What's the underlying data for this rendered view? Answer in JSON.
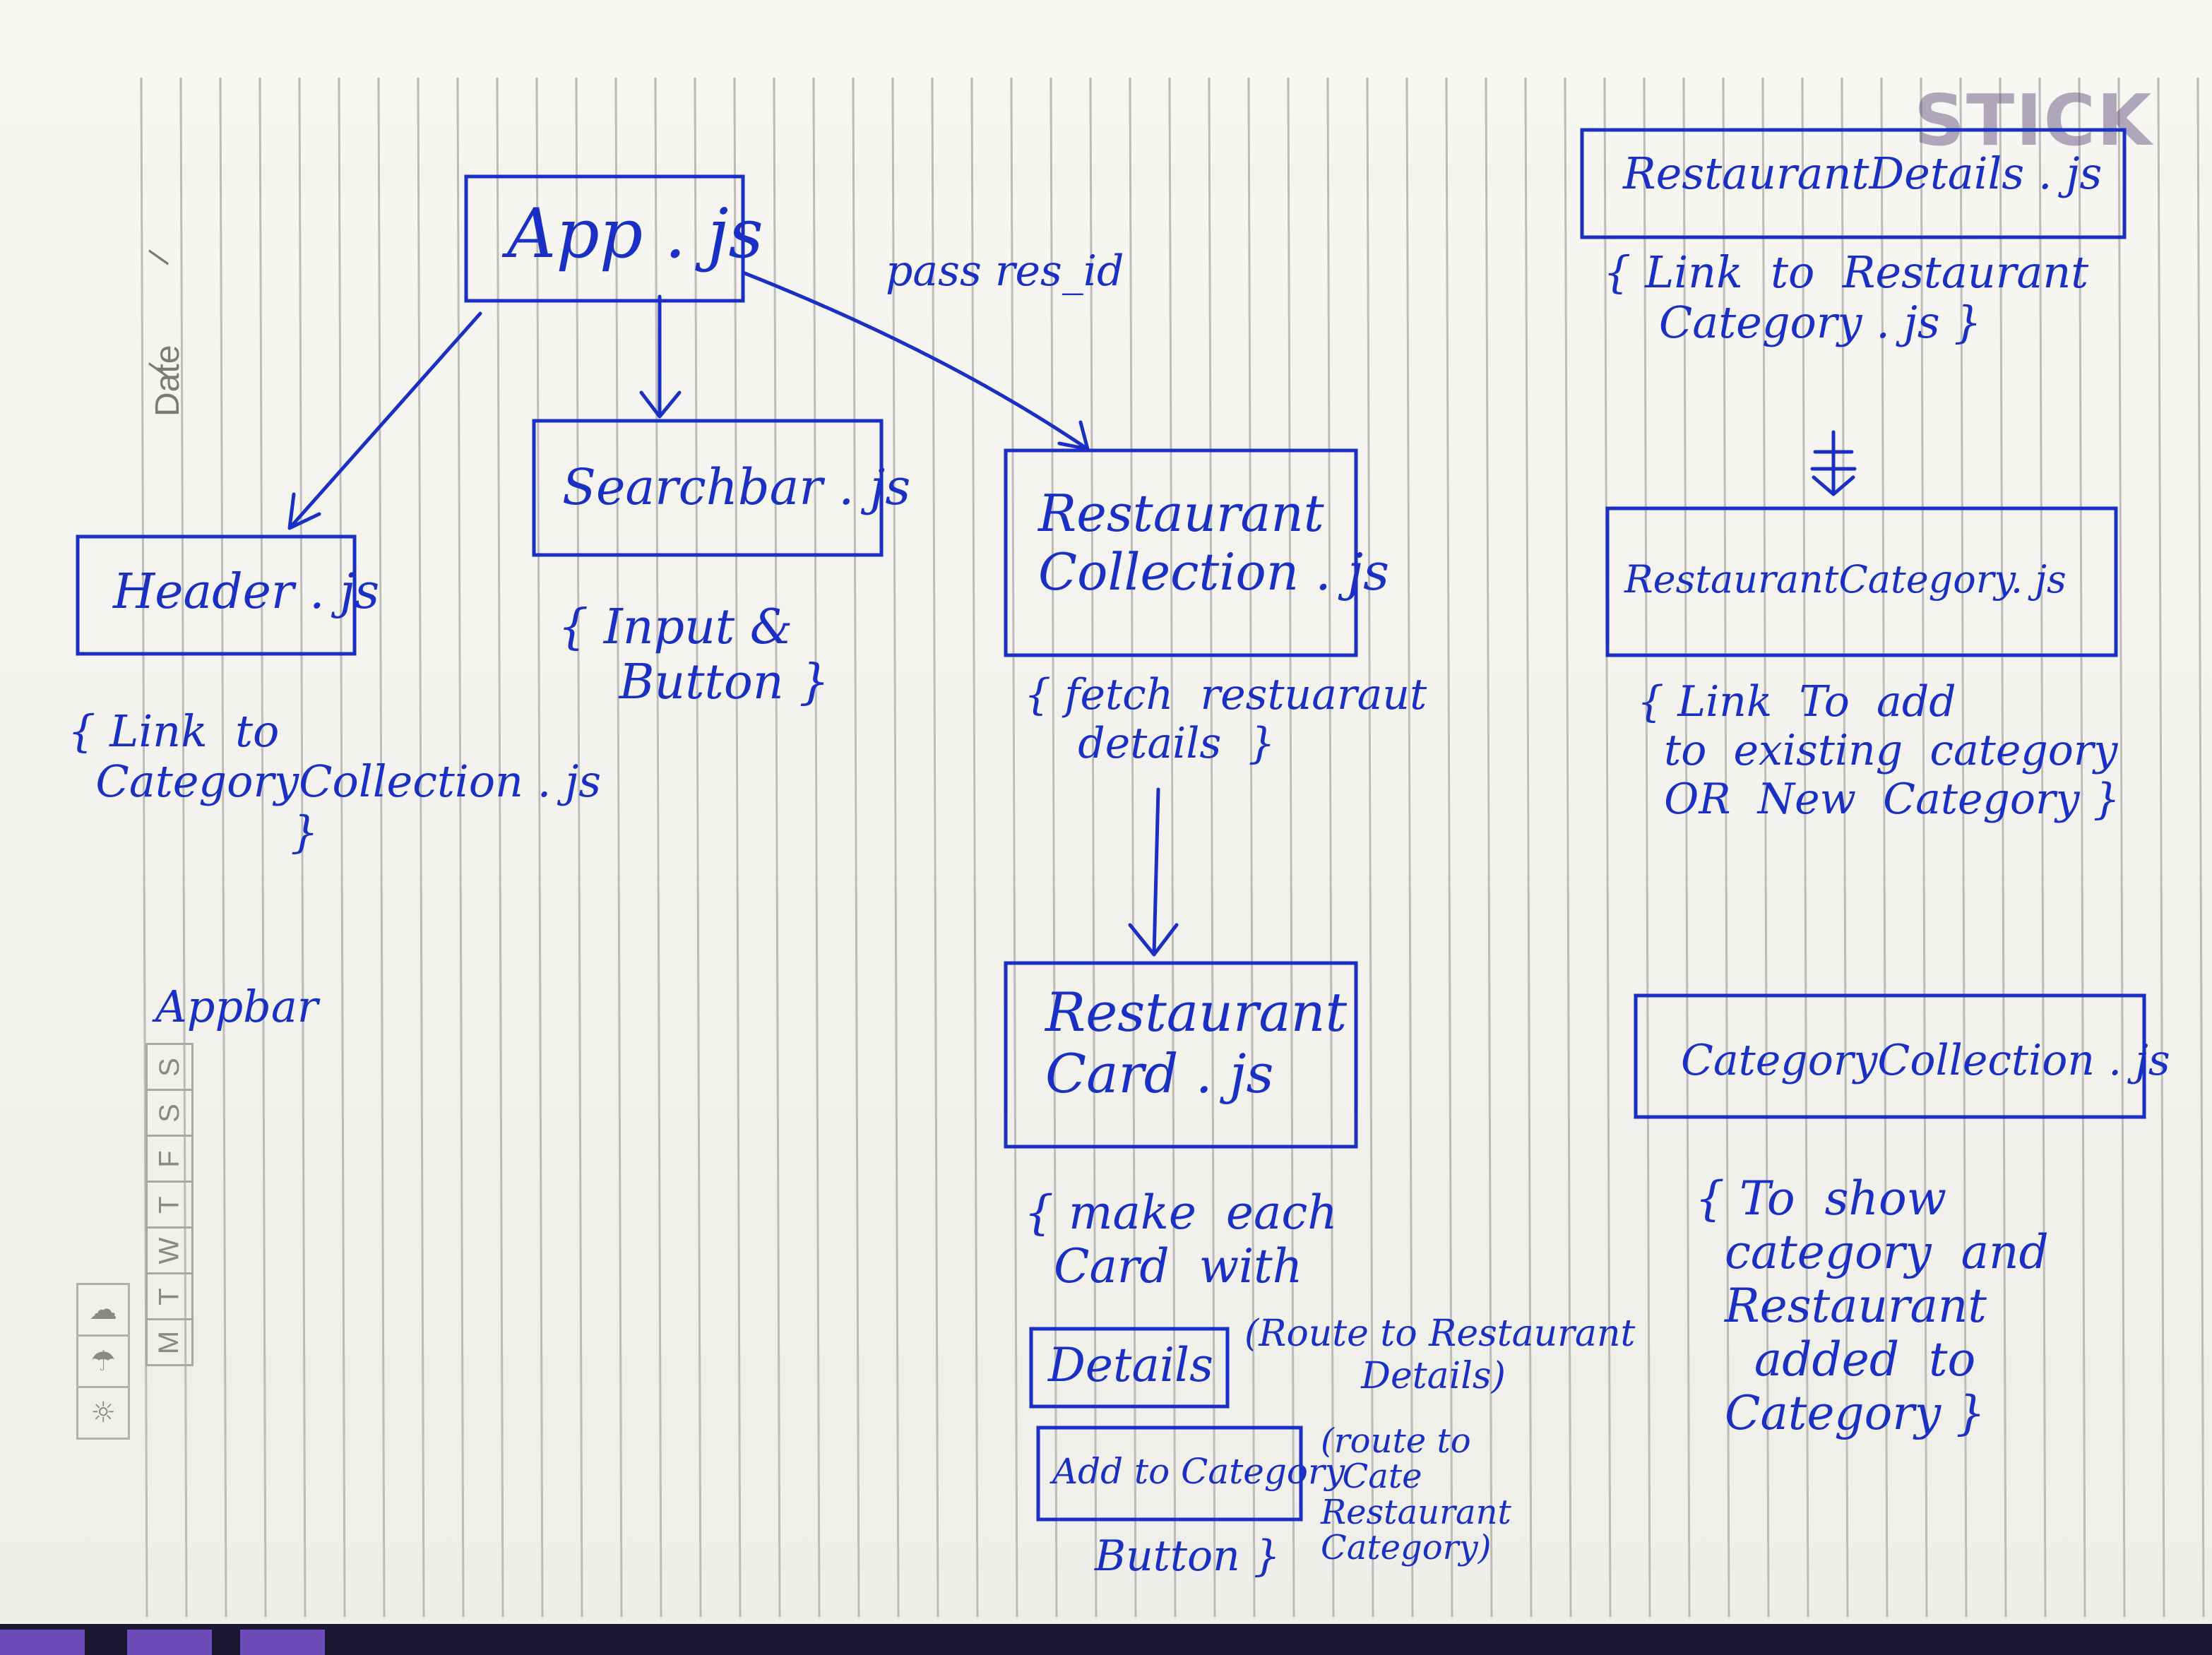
{
  "notebook": {
    "date_label": "Date",
    "date_separator": "/",
    "weekdays": [
      "M",
      "T",
      "W",
      "T",
      "F",
      "S",
      "S"
    ],
    "weather_icons": [
      "sun-icon",
      "cloud-icon",
      "rain-icon"
    ],
    "brand_logo_text": "STICK NOTE"
  },
  "diagram": {
    "nodes": {
      "app": "App . js",
      "header": "Header . js",
      "searchbar": "Searchbar . js",
      "restaurant_collection": "Restaurant\nCollection . js",
      "restaurant_card": "Restaurant\nCard . js",
      "restaurant_details": "RestaurantDetails . js",
      "restaurant_category": "RestaurantCategory. js",
      "category_collection": "CategoryCollection . js"
    },
    "edge_labels": {
      "app_to_collection": "pass res_id"
    },
    "notes": {
      "header_note": "{ Link  to\n  CategoryCollection . js\n                }",
      "header_extra": "Appbar",
      "searchbar_note": "{ Input &\n    Button }",
      "collection_note": "{ fetch  restuaraut\n    details  }",
      "card_note": "{ make  each\n  Card  with",
      "details_button": "Details",
      "details_route": "(Route to Restaurant\n          Details)",
      "add_category_button": "Add to Category",
      "add_category_route": "(route to\n  Cate\nRestaurant\nCategory)",
      "card_note_end": "Button }",
      "restaurant_details_note": "{ Link  to  Restaurant\n    Category . js }",
      "restaurant_category_note": "{ Link  To  add\n  to  existing  category\n  OR  New  Category }",
      "category_collection_note": "{ To  show\n  category  and\n  Restaurant\n    added  to\n  Category }"
    }
  },
  "colors": {
    "ink": "#1a2fc4",
    "paper": "#f4f3ef",
    "rule": "#bdbcb8"
  }
}
